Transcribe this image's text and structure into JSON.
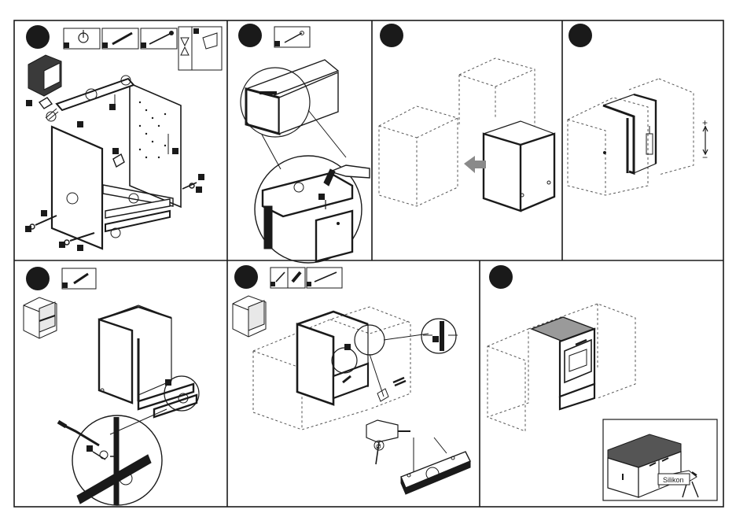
{
  "document": {
    "type": "assembly-instructions-sheet",
    "palette": {
      "ink": "#1a1a1a",
      "dark_panel": "#3a3a3a",
      "arrow": "#8a8a8a",
      "hob": "#9a9a9a"
    }
  },
  "panels": [
    {
      "id": "panel-1",
      "step_marker": "filled-circle",
      "tool_icons": [
        "cam-lock-icon",
        "dowel-icon",
        "screw-icon",
        "hourglass-glue-icon"
      ]
    },
    {
      "id": "panel-2",
      "step_marker": "filled-circle",
      "tool_icons": [
        "nail-icon"
      ]
    },
    {
      "id": "panel-3",
      "step_marker": "filled-circle",
      "tool_icons": []
    },
    {
      "id": "panel-4",
      "step_marker": "filled-circle",
      "tool_icons": []
    },
    {
      "id": "panel-5",
      "step_marker": "filled-circle",
      "tool_icons": [
        "dowel-icon"
      ]
    },
    {
      "id": "panel-6",
      "step_marker": "filled-circle",
      "tool_icons": [
        "screw-icon",
        "plug-icon",
        "long-screw-icon"
      ]
    },
    {
      "id": "panel-7",
      "step_marker": "filled-circle",
      "tool_icons": []
    }
  ],
  "labels": {
    "plus": "+",
    "minus": "−",
    "diameter": "⌀",
    "silikon": "Silikon"
  }
}
